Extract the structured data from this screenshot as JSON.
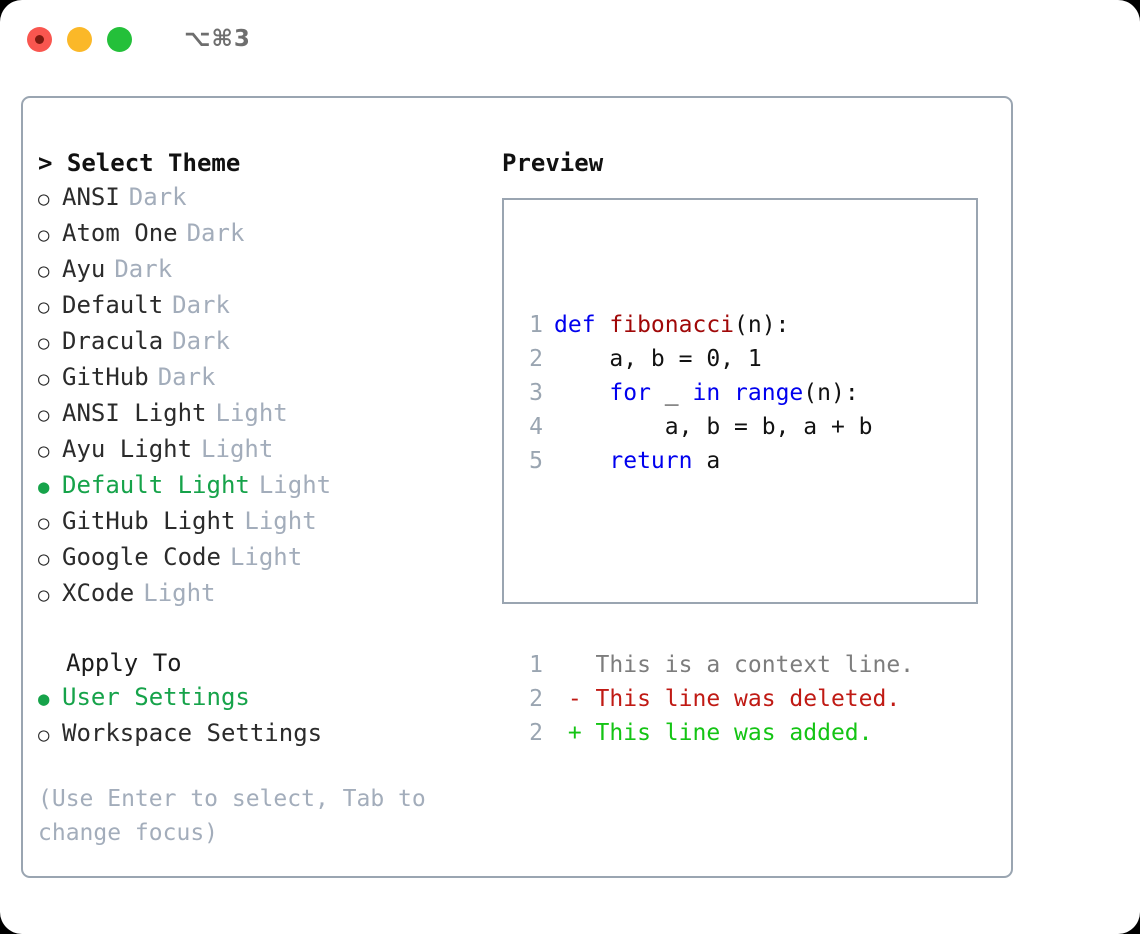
{
  "titlebar": {
    "shortcut": "⌥⌘3",
    "lights": [
      {
        "name": "close",
        "color": "#f9564f"
      },
      {
        "name": "minimize",
        "color": "#fbb828"
      },
      {
        "name": "maximize",
        "color": "#24c03a"
      }
    ]
  },
  "theme_picker": {
    "header": "> Select Theme",
    "marker_unselected": "○",
    "marker_selected": "●",
    "selected_color": "#16a34a",
    "tag_color": "#a3adbb",
    "options": [
      {
        "marker": "○",
        "label": "ANSI",
        "tag": "Dark",
        "selected": false
      },
      {
        "marker": "○",
        "label": "Atom One",
        "tag": "Dark",
        "selected": false
      },
      {
        "marker": "○",
        "label": "Ayu",
        "tag": "Dark",
        "selected": false
      },
      {
        "marker": "○",
        "label": "Default",
        "tag": "Dark",
        "selected": false
      },
      {
        "marker": "○",
        "label": "Dracula",
        "tag": "Dark",
        "selected": false
      },
      {
        "marker": "○",
        "label": "GitHub",
        "tag": "Dark",
        "selected": false
      },
      {
        "marker": "○",
        "label": "ANSI Light",
        "tag": "Light",
        "selected": false
      },
      {
        "marker": "○",
        "label": "Ayu Light",
        "tag": "Light",
        "selected": false
      },
      {
        "marker": "●",
        "label": "Default Light",
        "tag": "Light",
        "selected": true
      },
      {
        "marker": "○",
        "label": "GitHub Light",
        "tag": "Light",
        "selected": false
      },
      {
        "marker": "○",
        "label": "Google Code",
        "tag": "Light",
        "selected": false
      },
      {
        "marker": "○",
        "label": "XCode",
        "tag": "Light",
        "selected": false
      }
    ]
  },
  "apply_to": {
    "heading": "Apply To",
    "options": [
      {
        "marker": "●",
        "label": "User Settings",
        "selected": true
      },
      {
        "marker": "○",
        "label": "Workspace Settings",
        "selected": false
      }
    ]
  },
  "hint": "(Use Enter to select, Tab to change focus)",
  "preview": {
    "title": "Preview",
    "code_lines": [
      {
        "lineno": "1",
        "tokens": [
          {
            "text": "def ",
            "type": "kw"
          },
          {
            "text": "fibonacci",
            "type": "fn"
          },
          {
            "text": "(n):",
            "type": "txt"
          }
        ]
      },
      {
        "lineno": "2",
        "tokens": [
          {
            "text": "    a, b = 0, 1",
            "type": "txt"
          }
        ]
      },
      {
        "lineno": "3",
        "tokens": [
          {
            "text": "    ",
            "type": "txt"
          },
          {
            "text": "for",
            "type": "kw"
          },
          {
            "text": " _ ",
            "type": "txt"
          },
          {
            "text": "in",
            "type": "kw"
          },
          {
            "text": " ",
            "type": "txt"
          },
          {
            "text": "range",
            "type": "kw"
          },
          {
            "text": "(n):",
            "type": "txt"
          }
        ]
      },
      {
        "lineno": "4",
        "tokens": [
          {
            "text": "        a, b = b, a + b",
            "type": "txt"
          }
        ]
      },
      {
        "lineno": "5",
        "tokens": [
          {
            "text": "    ",
            "type": "txt"
          },
          {
            "text": "return",
            "type": "kw"
          },
          {
            "text": " a",
            "type": "txt"
          }
        ]
      }
    ],
    "diff_lines": [
      {
        "lineno": "1",
        "tokens": [
          {
            "text": "   This is a context line.",
            "type": "ctx"
          }
        ]
      },
      {
        "lineno": "2",
        "tokens": [
          {
            "text": " - This line was deleted.",
            "type": "del"
          }
        ]
      },
      {
        "lineno": "2",
        "tokens": [
          {
            "text": " + This line was added.",
            "type": "add"
          }
        ]
      }
    ]
  }
}
